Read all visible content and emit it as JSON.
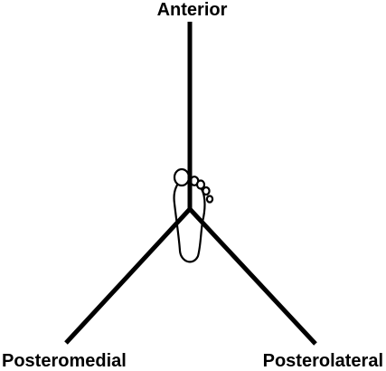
{
  "labels": {
    "anterior": "Anterior",
    "posteromedial": "Posteromedial",
    "posterolateral": "Posterolateral"
  },
  "colors": {
    "line": "#000000",
    "background": "#ffffff",
    "foot_outline": "#000000"
  },
  "icons": {
    "foot": "foot-outline-icon"
  }
}
